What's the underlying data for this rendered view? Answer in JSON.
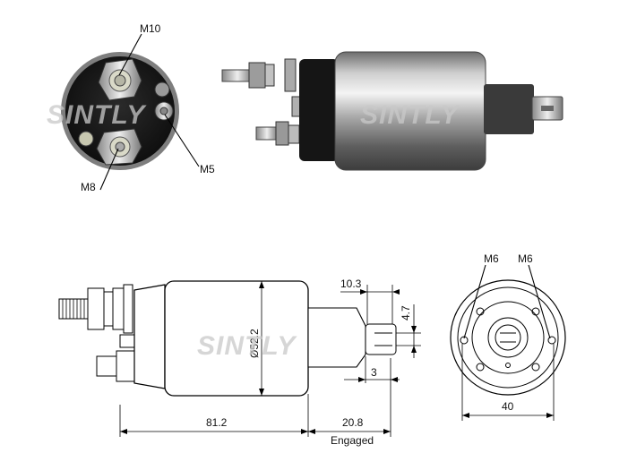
{
  "watermark": {
    "text": "SINTLY"
  },
  "photo_labels": {
    "terminal_main_top": "M10",
    "terminal_small": "M5",
    "terminal_main_bottom": "M8"
  },
  "drawing_labels": {
    "length_body": "81.2",
    "length_travel": "20.8",
    "travel_note": "Engaged",
    "plunger_offset": "10.3",
    "plunger_slot": "4.7",
    "plunger_gap": "3",
    "diameter": "Ø52.2",
    "width_flange": "40",
    "mount_left": "M6",
    "mount_right": "M6"
  }
}
